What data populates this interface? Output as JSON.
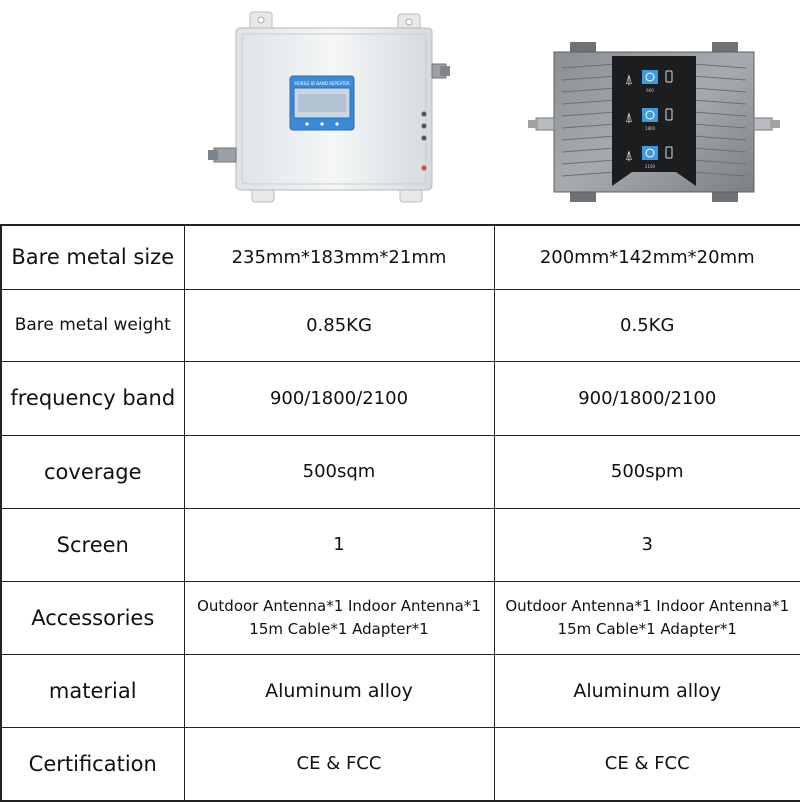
{
  "products": [
    {
      "name": "white-booster",
      "screen_label": "MOBILE ID BAND REPEATER"
    },
    {
      "name": "gray-booster",
      "bands": [
        "900",
        "1800",
        "2100"
      ]
    }
  ],
  "rows": [
    {
      "label": "Bare metal size",
      "col1": "235mm*183mm*21mm",
      "col2": "200mm*142mm*20mm"
    },
    {
      "label": "Bare metal weight",
      "col1": "0.85KG",
      "col2": "0.5KG"
    },
    {
      "label": "frequency band",
      "col1": "900/1800/2100",
      "col2": "900/1800/2100"
    },
    {
      "label": "coverage",
      "col1": "500sqm",
      "col2": "500spm"
    },
    {
      "label": "Screen",
      "col1": "1",
      "col2": "3"
    },
    {
      "label": "Accessories",
      "col1": "Outdoor Antenna*1 Indoor Antenna*1 15m Cable*1 Adapter*1",
      "col2": "Outdoor Antenna*1 Indoor Antenna*1 15m Cable*1 Adapter*1"
    },
    {
      "label": "material",
      "col1": "Aluminum alloy",
      "col2": "Aluminum alloy"
    },
    {
      "label": "Certification",
      "col1": "CE & FCC",
      "col2": "CE & FCC"
    }
  ],
  "colors": {
    "label": "#e8262b",
    "text": "#111111",
    "border": "#222222"
  }
}
